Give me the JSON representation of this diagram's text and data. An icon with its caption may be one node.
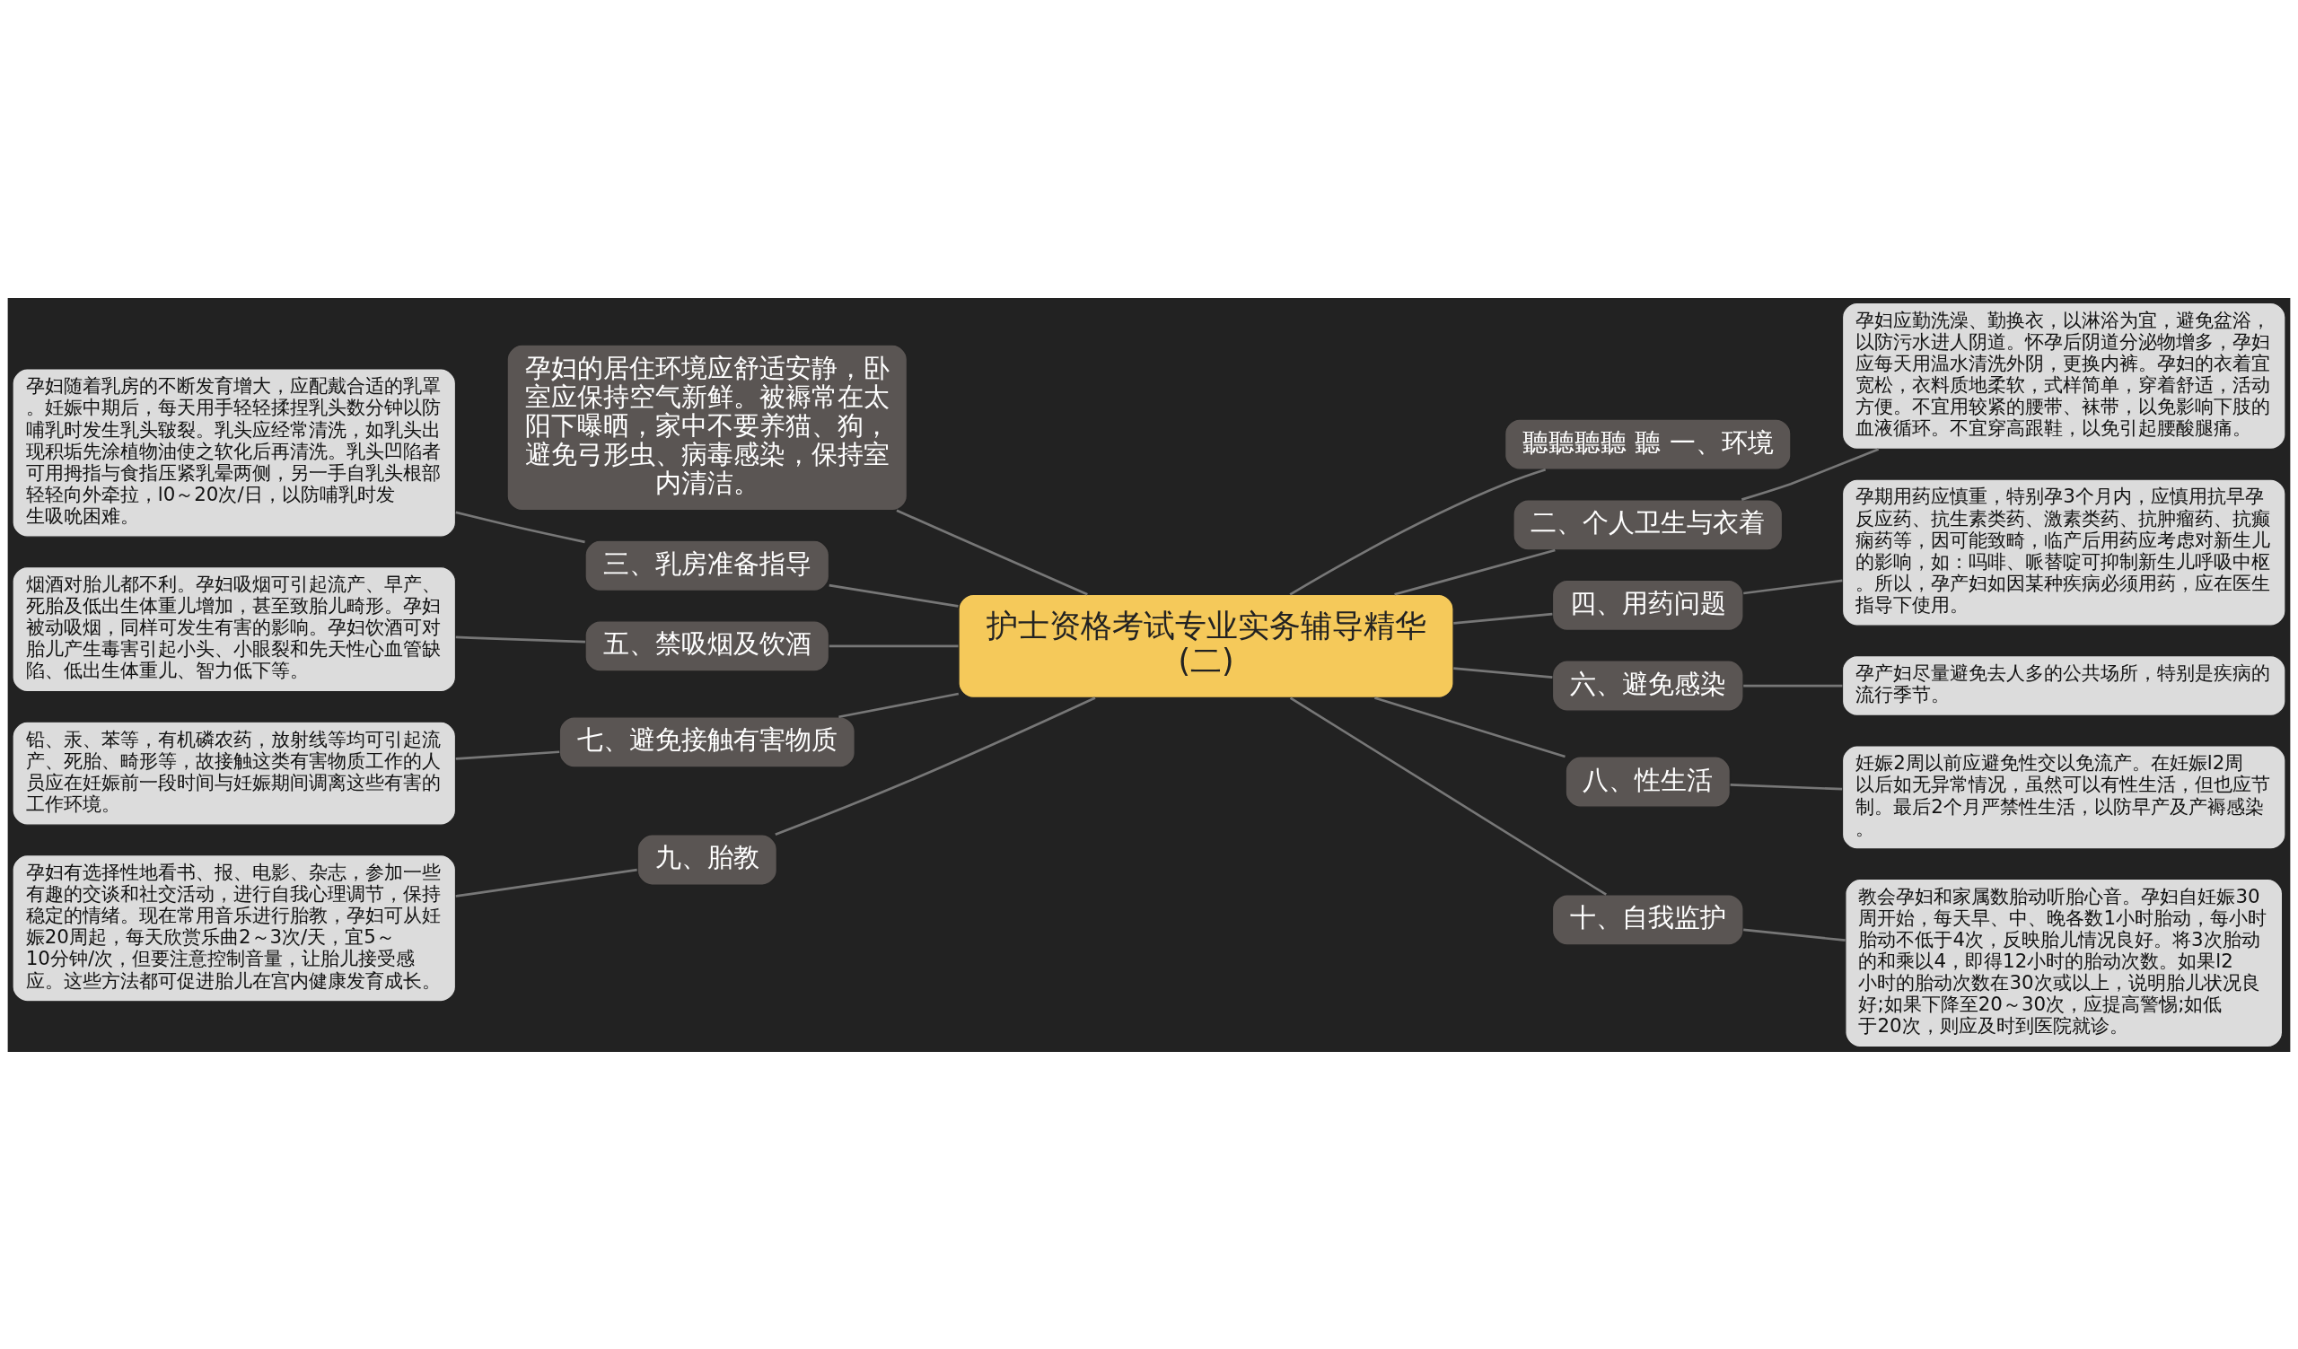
{
  "diagram": {
    "nodes": [
      {
        "text": [
          "护士资格考试专业实务辅导精华(二)"
        ]
      },
      {
        "text": [
          "聽聽聽聽 聽 一、环境"
        ]
      },
      {
        "text": [
          "二、个人卫生与衣着"
        ]
      },
      {
        "text": [
          "孕妇应勤洗澡、勤换衣，以淋浴为宜，避免盆浴，以防污水进人阴道。怀孕后阴道分泌物增多，孕妇应每天用温水清洗外阴，更换内裤。孕妇的衣着宜宽松，衣料质地柔软，式样简单，穿着舒适，活动方便。不宜用较紧的腰带、袜带，以免影响下肢的血液循环。不宜穿高跟鞋，以免引起腰酸腿痛。"
        ]
      },
      {
        "text": [
          "四、用药问题"
        ]
      },
      {
        "text": [
          "孕期用药应慎重，特别孕3个月内，应慎用抗早孕反应药、抗生素类药、激素类药、抗肿瘤药、抗癫痫药等，因可能致畸，临产后用药应考虑对新生儿的影响，如：吗啡、哌替啶可抑制新生儿呼吸中枢。所以，孕产妇如因某种疾病必须用药，应在医生指导下使用。"
        ]
      },
      {
        "text": [
          "六、避免感染"
        ]
      },
      {
        "text": [
          "孕产妇尽量避免去人多的公共场所，特别是疾病的流行季节。"
        ]
      },
      {
        "text": [
          "八、性生活"
        ]
      },
      {
        "text": [
          "妊娠2周以前应避免性交以免流产。在妊娠l2周以后如无异常情况，虽然可以有性生活，但也应节制。最后2个月严禁性生活，以防早产及产褥感染。"
        ]
      },
      {
        "text": [
          "十、自我监护"
        ]
      },
      {
        "text": [
          "教会孕妇和家属数胎动听胎心音。孕妇自妊娠30周开始，每天早、中、晚各数1小时胎动，每小时胎动不低于4次，反映胎儿情况良好。将3次胎动的和乘以4，即得12小时的胎动次数。如果l2小时的胎动次数在30次或以上，说明胎儿状况良好;如果下降至20～30次，应提高警惕;如低于20次，则应及时到医院就诊。"
        ]
      },
      {
        "text": [
          "孕妇的居住环境应舒适安静，卧室应保持空气新鲜。被褥常在太阳下曝晒，家中不要养猫、狗，避免弓形虫、病毒感染，保持室内清洁。"
        ]
      },
      {
        "text": [
          "三、乳房准备指导"
        ]
      },
      {
        "text": [
          "孕妇随着乳房的不断发育增大，应配戴合适的乳罩。妊娠中期后，每天用手轻轻揉捏乳头数分钟以防哺乳时发生乳头皲裂。乳头应经常清洗，如乳头出现积垢先涂植物油使之软化后再清洗。乳头凹陷者可用拇指与食指压紧乳晕两侧，另一手自乳头根部轻轻向外牵拉，l0～20次/日，以防哺乳时发生吸吮困难。"
        ]
      },
      {
        "text": [
          "五、禁吸烟及饮酒"
        ]
      },
      {
        "text": [
          "烟酒对胎儿都不利。孕妇吸烟可引起流产、早产、死胎及低出生体重儿增加，甚至致胎儿畸形。孕妇被动吸烟，同样可发生有害的影响。孕妇饮酒可对胎儿产生毒害引起小头、小眼裂和先天性心血管缺陷、低出生体重儿、智力低下等。"
        ]
      },
      {
        "text": [
          "七、避免接触有害物质"
        ]
      },
      {
        "text": [
          "铅、汞、苯等，有机磷农药，放射线等均可引起流产、死胎、畸形等，故接触这类有害物质工作的人员应在妊娠前一段时间与妊娠期间调离这些有害的工作环境。"
        ]
      },
      {
        "text": [
          "九、胎教"
        ]
      },
      {
        "text": [
          "孕妇有选择性地看书、报、电影、杂志，参加一些有趣的交谈和社交活动，进行自我心理调节，保持稳定的情绪。现在常用音乐进行胎教，孕妇可从妊娠20周起，每天欣赏乐曲2～3次/天，宜5～10分钟/次，但要注意控制音量，让胎儿接受感应。这些方法都可促进胎儿在宫内健康发育成长。"
        ]
      }
    ],
    "edges": [
      {
        "from": 0,
        "to": 1,
        "arrow": "none"
      },
      {
        "from": 0,
        "to": 2,
        "arrow": "none"
      },
      {
        "from": 2,
        "to": 3,
        "arrow": "none"
      },
      {
        "from": 0,
        "to": 4,
        "arrow": "none"
      },
      {
        "from": 4,
        "to": 5,
        "arrow": "none"
      },
      {
        "from": 0,
        "to": 6,
        "arrow": "none"
      },
      {
        "from": 6,
        "to": 7,
        "arrow": "none"
      },
      {
        "from": 0,
        "to": 8,
        "arrow": "none"
      },
      {
        "from": 8,
        "to": 9,
        "arrow": "none"
      },
      {
        "from": 0,
        "to": 10,
        "arrow": "none"
      },
      {
        "from": 10,
        "to": 11,
        "arrow": "none"
      },
      {
        "from": 0,
        "to": 12,
        "arrow": "none"
      },
      {
        "from": 0,
        "to": 13,
        "arrow": "none"
      },
      {
        "from": 13,
        "to": 14,
        "arrow": "none"
      },
      {
        "from": 0,
        "to": 15,
        "arrow": "none"
      },
      {
        "from": 15,
        "to": 16,
        "arrow": "none"
      },
      {
        "from": 0,
        "to": 17,
        "arrow": "none"
      },
      {
        "from": 17,
        "to": 18,
        "arrow": "none"
      },
      {
        "from": 0,
        "to": 19,
        "arrow": "none"
      },
      {
        "from": 19,
        "to": 20,
        "arrow": "none"
      }
    ]
  }
}
